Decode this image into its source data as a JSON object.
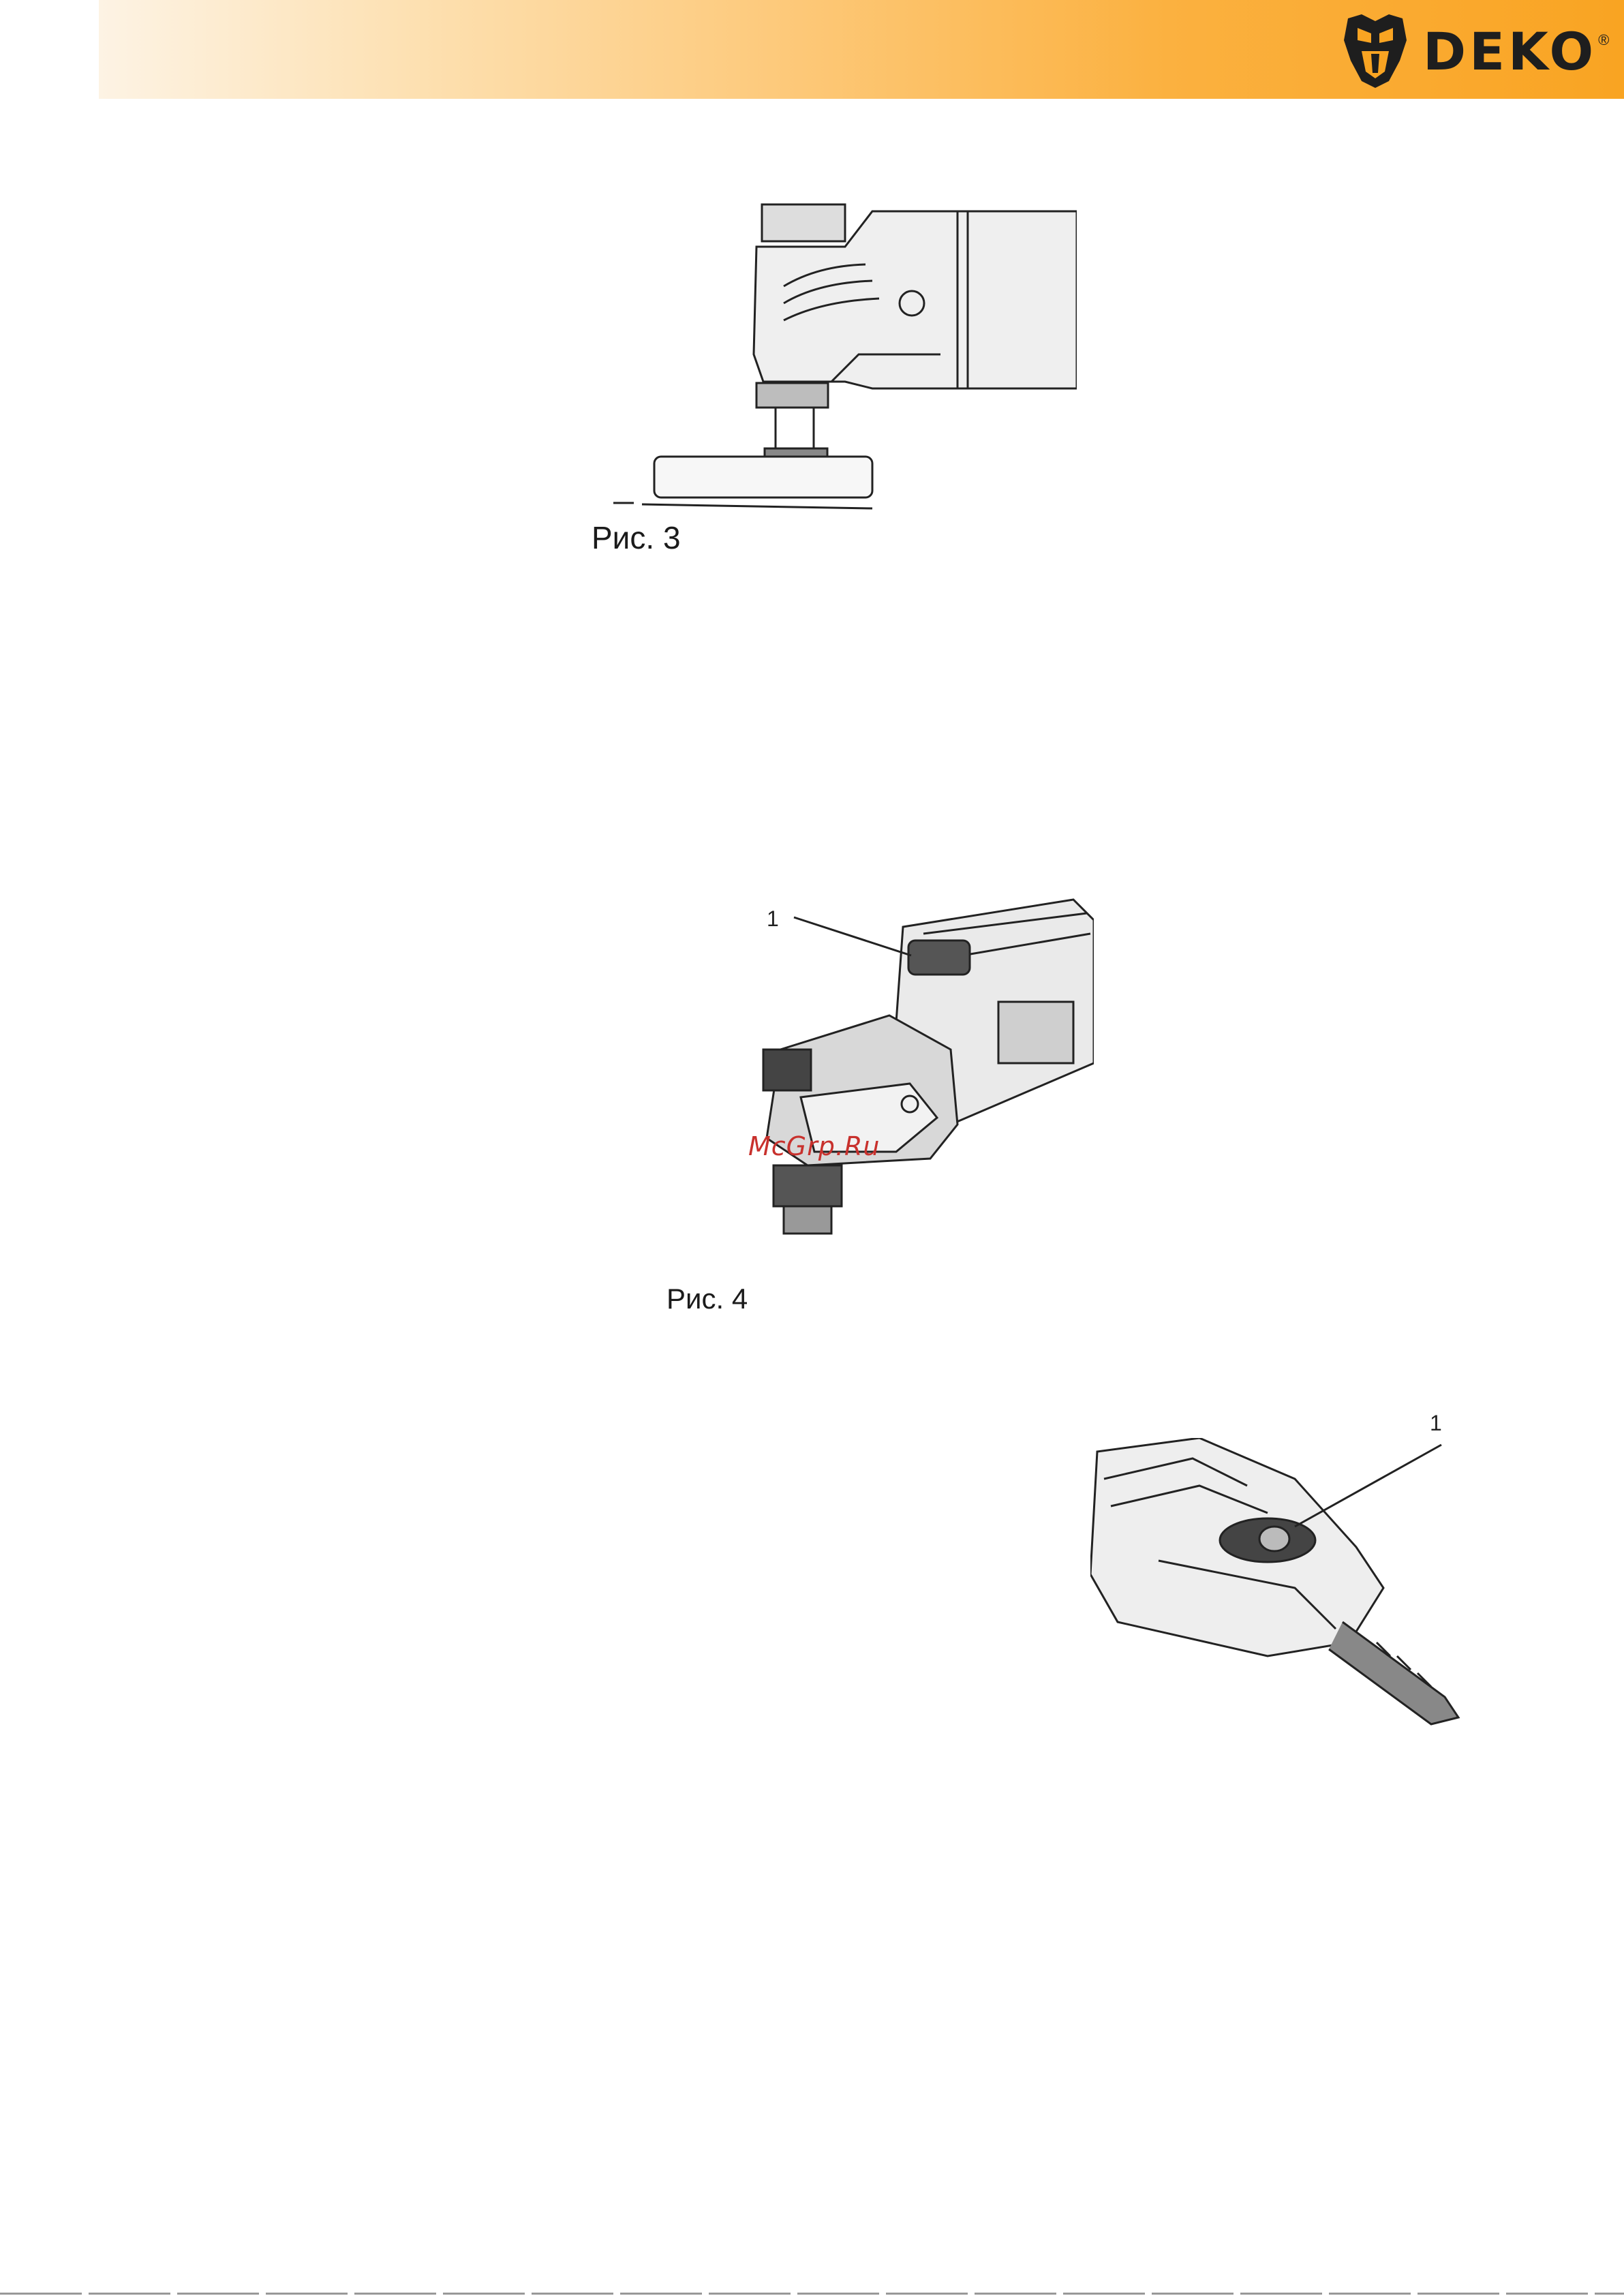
{
  "header": {
    "brand": "DEKO",
    "registered_mark": "®",
    "logo_icon": "deko-mask-icon",
    "accent_color": "#f9a422"
  },
  "figures": [
    {
      "caption": "Рис. 3",
      "icon": "multitool-side-view-illustration"
    },
    {
      "caption": "Рис. 4",
      "callout": "1",
      "icon": "multitool-lock-lever-illustration"
    },
    {
      "callout": "1",
      "icon": "multitool-speed-dial-illustration"
    }
  ],
  "watermark": "McGrp.Ru"
}
